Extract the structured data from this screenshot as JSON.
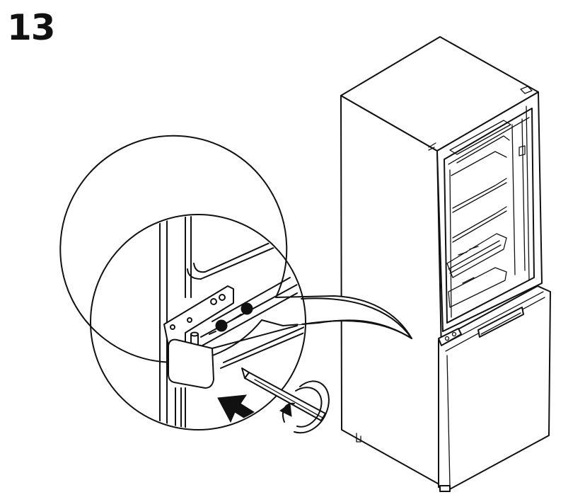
{
  "step": {
    "number": "13"
  },
  "colors": {
    "line": "#111111",
    "background": "#ffffff"
  },
  "illustration": {
    "subject": "fridge-freezer",
    "detail_view": "lower-hinge-of-upper-door",
    "tool": "screwdriver",
    "icons": [
      "push-arrow-icon",
      "rotate-arrow-icon",
      "screw-icon"
    ]
  }
}
